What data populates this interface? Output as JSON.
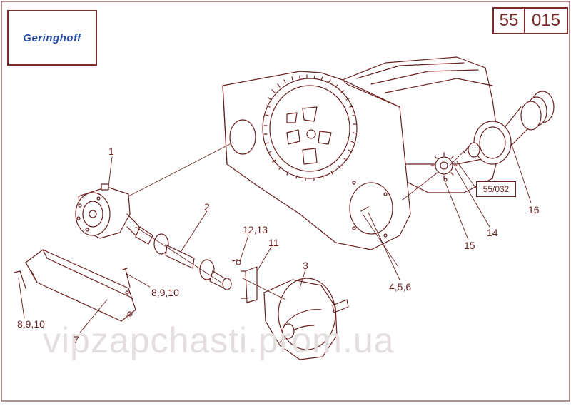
{
  "header": {
    "brand": "Geringhoff",
    "section_code": "55",
    "page_code": "015"
  },
  "callouts": {
    "p1": "1",
    "p2": "2",
    "p3": "3",
    "p456": "4,5,6",
    "p7": "7",
    "p8910_left": "8,9,10",
    "p8910_mid": "8,9,10",
    "p11": "11",
    "p1213": "12,13",
    "p14": "14",
    "p15": "15",
    "p16": "16",
    "ref": "55/032"
  },
  "watermark": "vipzapchasti.prom.ua",
  "colors": {
    "line": "#6b1f1f",
    "brand": "#2a4fa0"
  }
}
